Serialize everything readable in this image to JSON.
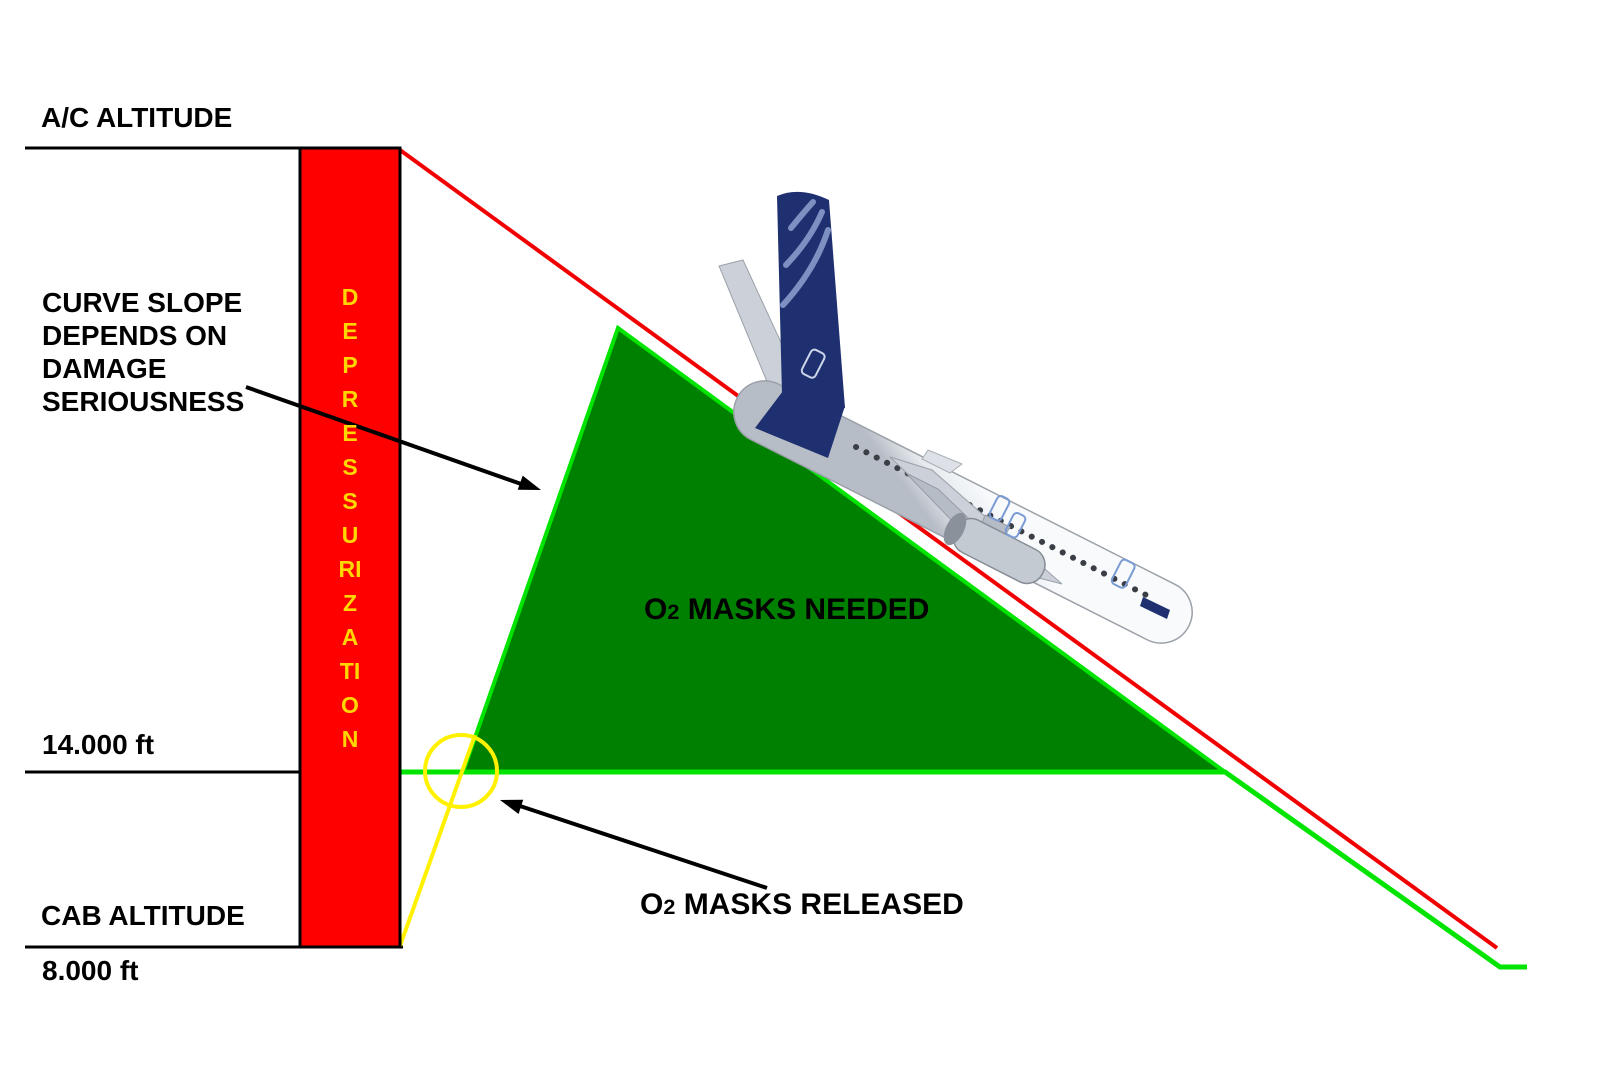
{
  "labels": {
    "ac_altitude": "A/C ALTITUDE",
    "curve_slope_lines": [
      "CURVE SLOPE",
      "DEPENDS ON",
      "DAMAGE",
      "SERIOUSNESS"
    ],
    "alt_14000": "14.000 ft",
    "cab_altitude": "CAB ALTITUDE",
    "alt_8000": "8.000 ft"
  },
  "bar": {
    "label_vertical": "DEPRESSURIZATION"
  },
  "annotations": {
    "masks_needed": {
      "prefix": "O",
      "subscript": "2",
      "text": "MASKS NEEDED"
    },
    "masks_released": {
      "prefix": "O",
      "subscript": "2",
      "text": "MASKS RELEASED"
    }
  },
  "colors": {
    "bar_red": "#fe0000",
    "depress_yellow": "#ffd700",
    "ac_line_red": "#f00000",
    "cab_line_green": "#00e400",
    "zone_green": "#008000",
    "release_yellow": "#fff100",
    "ink_black": "#000000",
    "tail_navy": "#1e3070"
  }
}
